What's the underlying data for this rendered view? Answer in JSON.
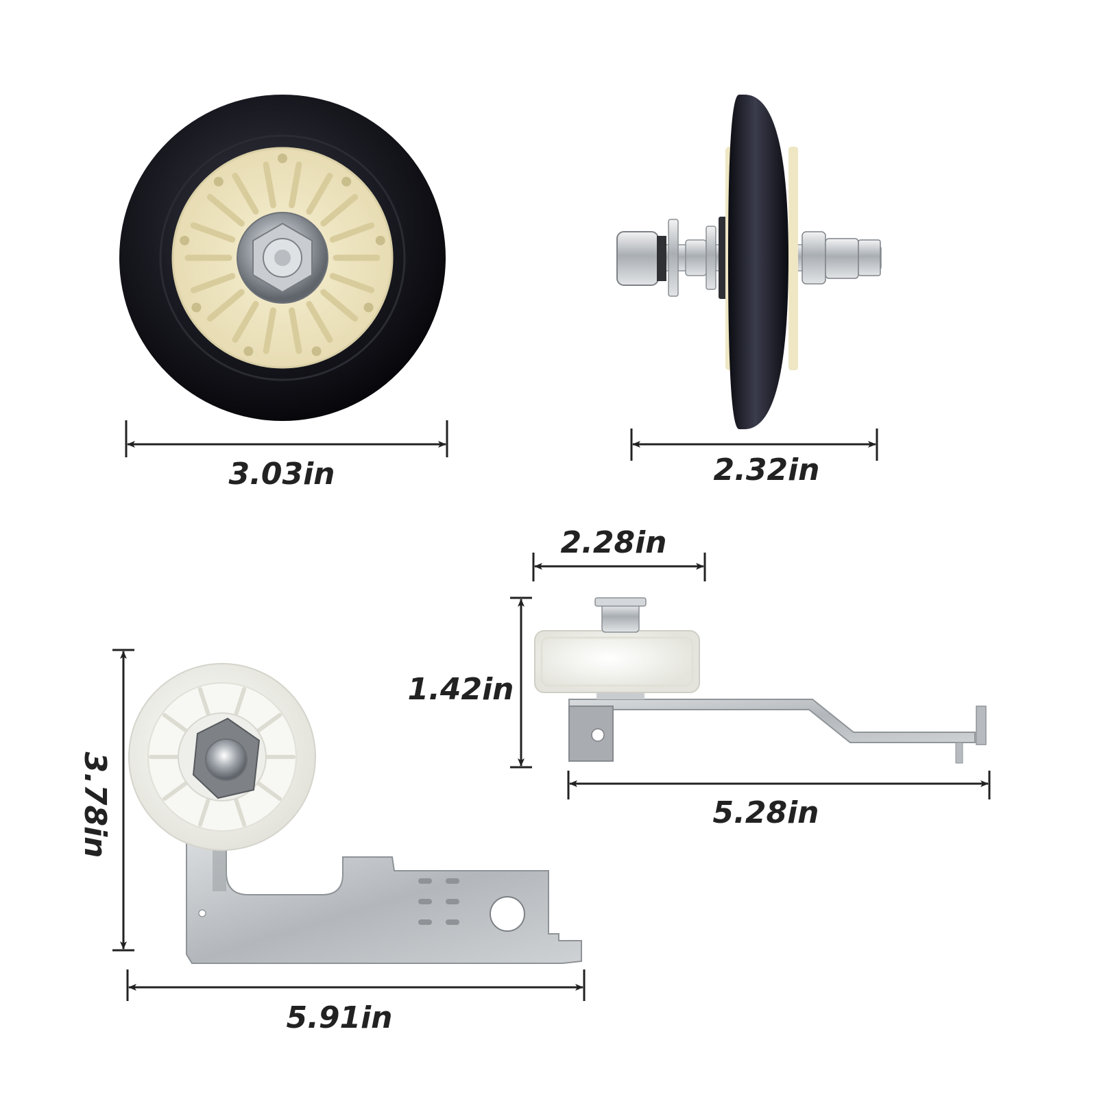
{
  "dimensions": {
    "roller_front_width": "3.03in",
    "roller_side_width": "2.32in",
    "idler_side_pulley_width": "2.28in",
    "idler_side_height": "1.42in",
    "idler_side_length": "5.28in",
    "idler_front_height": "3.78in",
    "idler_front_length": "5.91in"
  },
  "colors": {
    "tire": "#16161e",
    "hub": "#efe6c4",
    "metal": "#c4c8cc",
    "pulley": "#f4f4ef",
    "arrow": "#222222"
  },
  "parts": [
    "drum-roller-front-view",
    "drum-roller-side-view",
    "idler-pulley-side-view",
    "idler-pulley-front-view"
  ]
}
